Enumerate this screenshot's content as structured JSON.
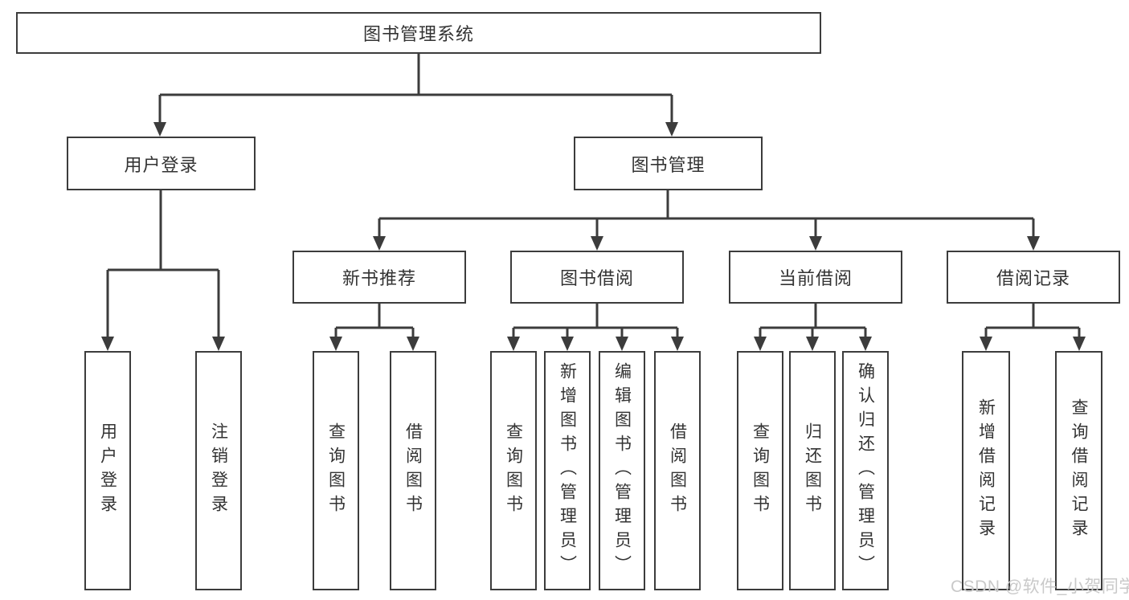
{
  "diagram": {
    "root": {
      "label": "图书管理系统"
    },
    "branches": [
      {
        "label": "用户登录",
        "children": [
          {
            "label": "用户登录"
          },
          {
            "label": "注销登录"
          }
        ]
      },
      {
        "label": "图书管理",
        "sections": [
          {
            "label": "新书推荐",
            "children": [
              {
                "label": "查询图书"
              },
              {
                "label": "借阅图书"
              }
            ]
          },
          {
            "label": "图书借阅",
            "children": [
              {
                "label": "查询图书"
              },
              {
                "label": "新增图书（管理员）"
              },
              {
                "label": "编辑图书（管理员）"
              },
              {
                "label": "借阅图书"
              }
            ]
          },
          {
            "label": "当前借阅",
            "children": [
              {
                "label": "查询图书"
              },
              {
                "label": "归还图书"
              },
              {
                "label": "确认归还（管理员）"
              }
            ]
          },
          {
            "label": "借阅记录",
            "children": [
              {
                "label": "新增借阅记录"
              },
              {
                "label": "查询借阅记录"
              }
            ]
          }
        ]
      }
    ]
  },
  "watermark": {
    "text": "CSDN @软件_小贺同学"
  },
  "colors": {
    "line": "#3c3c3c",
    "text": "#333333",
    "watermark": "#c9c9c9",
    "background": "#ffffff"
  }
}
